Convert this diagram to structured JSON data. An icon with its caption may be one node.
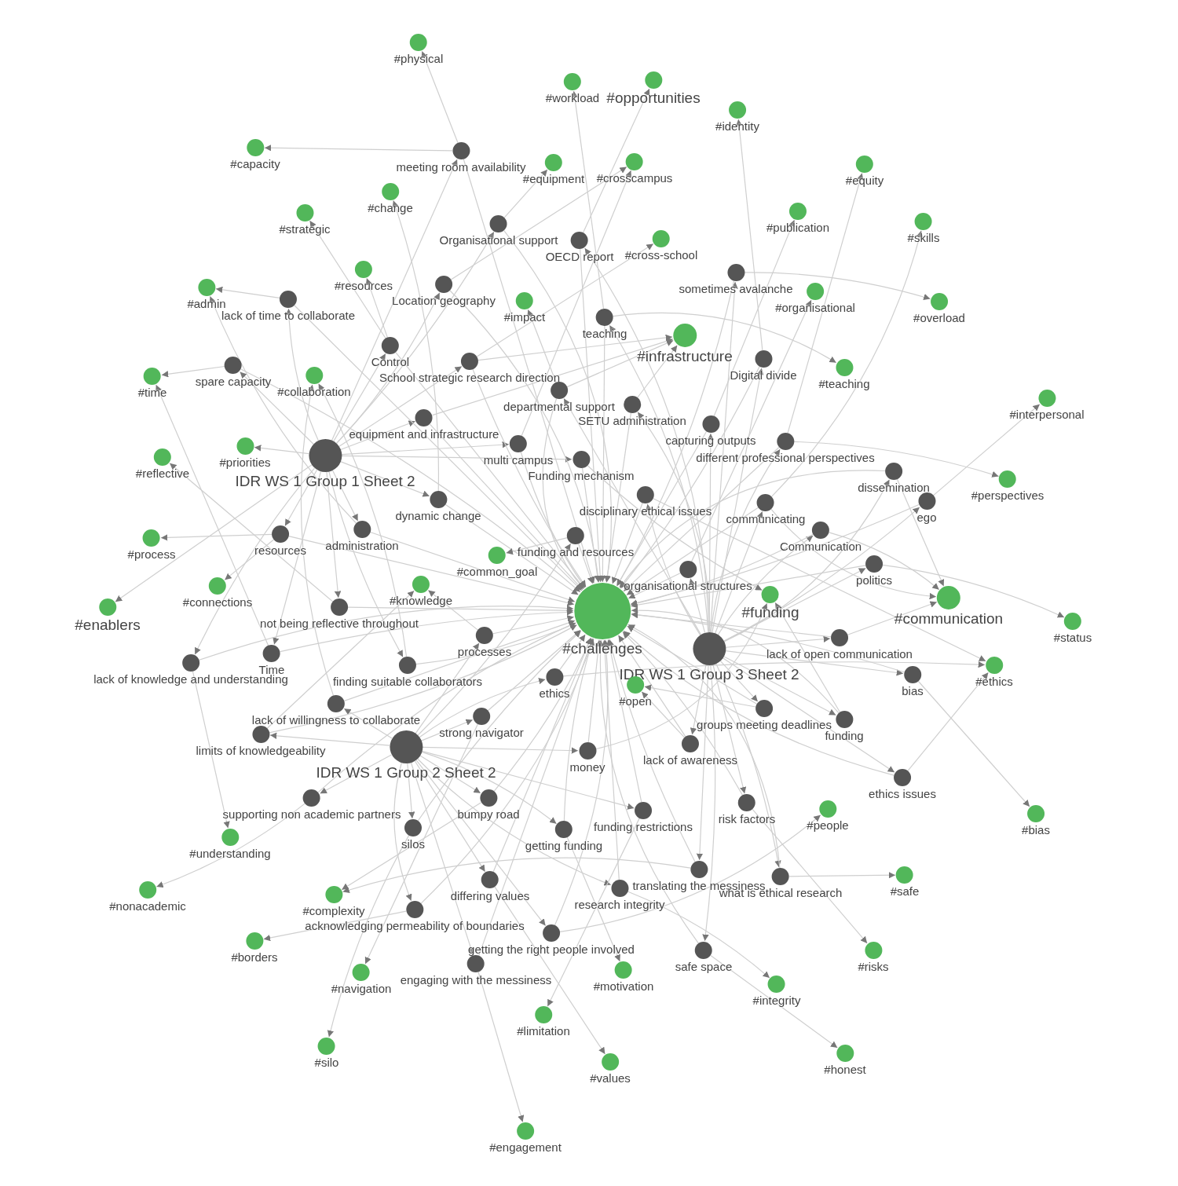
{
  "diagram": {
    "nodes": [
      {
        "text": [
          "IDR WS 1 Group 1 Sheet 2"
        ]
      },
      {
        "text": [
          "IDR WS 1 Group 2 Sheet 2"
        ]
      },
      {
        "text": [
          "IDR WS 1 Group 3 Sheet 2"
        ]
      },
      {
        "text": [
          "#challenges"
        ]
      },
      {
        "text": [
          "meeting room availability"
        ]
      },
      {
        "text": [
          "Organisational support"
        ]
      },
      {
        "text": [
          "OECD report"
        ]
      },
      {
        "text": [
          "Location geography"
        ]
      },
      {
        "text": [
          "lack of time to collaborate"
        ]
      },
      {
        "text": [
          "sometimes avalanche"
        ]
      },
      {
        "text": [
          "teaching"
        ]
      },
      {
        "text": [
          "Control"
        ]
      },
      {
        "text": [
          "spare capacity"
        ]
      },
      {
        "text": [
          "School strategic research direction"
        ]
      },
      {
        "text": [
          "departmental support"
        ]
      },
      {
        "text": [
          "Digital divide"
        ]
      },
      {
        "text": [
          "SETU administration"
        ]
      },
      {
        "text": [
          "capturing outputs"
        ]
      },
      {
        "text": [
          "equipment and infrastructure"
        ]
      },
      {
        "text": [
          "multi campus"
        ]
      },
      {
        "text": [
          "different professional perspectives"
        ]
      },
      {
        "text": [
          "dissemination"
        ]
      },
      {
        "text": [
          "Funding mechanism"
        ]
      },
      {
        "text": [
          "disciplinary ethical issues"
        ]
      },
      {
        "text": [
          "communicating"
        ]
      },
      {
        "text": [
          "dynamic change"
        ]
      },
      {
        "text": [
          "ego"
        ]
      },
      {
        "text": [
          "Communication"
        ]
      },
      {
        "text": [
          "resources"
        ]
      },
      {
        "text": [
          "administration"
        ]
      },
      {
        "text": [
          "funding and resources"
        ]
      },
      {
        "text": [
          "politics"
        ]
      },
      {
        "text": [
          "organisational structures"
        ]
      },
      {
        "text": [
          "not being reflective throughout"
        ]
      },
      {
        "text": [
          "processes"
        ]
      },
      {
        "text": [
          "lack of open communication"
        ]
      },
      {
        "text": [
          "Time"
        ]
      },
      {
        "text": [
          "lack of knowledge and understanding"
        ]
      },
      {
        "text": [
          "finding suitable collaborators"
        ]
      },
      {
        "text": [
          "ethics"
        ]
      },
      {
        "text": [
          "bias"
        ]
      },
      {
        "text": [
          "groups meeting deadlines"
        ]
      },
      {
        "text": [
          "funding"
        ]
      },
      {
        "text": [
          "lack of willingness to collaborate"
        ]
      },
      {
        "text": [
          "strong navigator"
        ]
      },
      {
        "text": [
          "limits of knowledgeability"
        ]
      },
      {
        "text": [
          "lack of awareness"
        ]
      },
      {
        "text": [
          "money"
        ]
      },
      {
        "text": [
          "ethics issues"
        ]
      },
      {
        "text": [
          "supporting non academic partners"
        ]
      },
      {
        "text": [
          "bumpy road"
        ]
      },
      {
        "text": [
          "funding restrictions"
        ]
      },
      {
        "text": [
          "risk factors"
        ]
      },
      {
        "text": [
          "silos"
        ]
      },
      {
        "text": [
          "getting funding"
        ]
      },
      {
        "text": [
          "translating the messiness"
        ]
      },
      {
        "text": [
          "what is ethical research"
        ]
      },
      {
        "text": [
          "differing values"
        ]
      },
      {
        "text": [
          "research integrity"
        ]
      },
      {
        "text": [
          "acknowledging permeability of boundaries"
        ]
      },
      {
        "text": [
          "getting the right people involved"
        ]
      },
      {
        "text": [
          "engaging with the messiness"
        ]
      },
      {
        "text": [
          "safe space"
        ]
      },
      {
        "text": [
          "#physical"
        ]
      },
      {
        "text": [
          "#workload"
        ]
      },
      {
        "text": [
          "#opportunities"
        ]
      },
      {
        "text": [
          "#identity"
        ]
      },
      {
        "text": [
          "#capacity"
        ]
      },
      {
        "text": [
          "#equipment"
        ]
      },
      {
        "text": [
          "#crosscampus"
        ]
      },
      {
        "text": [
          "#equity"
        ]
      },
      {
        "text": [
          "#change"
        ]
      },
      {
        "text": [
          "#strategic"
        ]
      },
      {
        "text": [
          "#publication"
        ]
      },
      {
        "text": [
          "#skills"
        ]
      },
      {
        "text": [
          "#cross-school"
        ]
      },
      {
        "text": [
          "#resources"
        ]
      },
      {
        "text": [
          "#admin"
        ]
      },
      {
        "text": [
          "#organisational"
        ]
      },
      {
        "text": [
          "#overload"
        ]
      },
      {
        "text": [
          "#impact"
        ]
      },
      {
        "text": [
          "#infrastructure"
        ]
      },
      {
        "text": [
          "#teaching"
        ]
      },
      {
        "text": [
          "#time"
        ]
      },
      {
        "text": [
          "#collaboration"
        ]
      },
      {
        "text": [
          "#interpersonal"
        ]
      },
      {
        "text": [
          "#reflective"
        ]
      },
      {
        "text": [
          "#priorities"
        ]
      },
      {
        "text": [
          "#perspectives"
        ]
      },
      {
        "text": [
          "#process"
        ]
      },
      {
        "text": [
          "#common_goal"
        ]
      },
      {
        "text": [
          "#knowledge"
        ]
      },
      {
        "text": [
          "#connections"
        ]
      },
      {
        "text": [
          "#funding"
        ]
      },
      {
        "text": [
          "#communication"
        ]
      },
      {
        "text": [
          "#enablers"
        ]
      },
      {
        "text": [
          "#status"
        ]
      },
      {
        "text": [
          "#ethics"
        ]
      },
      {
        "text": [
          "#open"
        ]
      },
      {
        "text": [
          "#people"
        ]
      },
      {
        "text": [
          "#bias"
        ]
      },
      {
        "text": [
          "#understanding"
        ]
      },
      {
        "text": [
          "#safe"
        ]
      },
      {
        "text": [
          "#nonacademic"
        ]
      },
      {
        "text": [
          "#complexity"
        ]
      },
      {
        "text": [
          "#borders"
        ]
      },
      {
        "text": [
          "#risks"
        ]
      },
      {
        "text": [
          "#navigation"
        ]
      },
      {
        "text": [
          "#motivation"
        ]
      },
      {
        "text": [
          "#integrity"
        ]
      },
      {
        "text": [
          "#limitation"
        ]
      },
      {
        "text": [
          "#silo"
        ]
      },
      {
        "text": [
          "#values"
        ]
      },
      {
        "text": [
          "#honest"
        ]
      },
      {
        "text": [
          "#engagement"
        ]
      }
    ],
    "edges": [
      {
        "from": 0,
        "to": 4,
        "arrow": "to"
      },
      {
        "from": 0,
        "to": 5,
        "arrow": "to"
      },
      {
        "from": 2,
        "to": 6,
        "arrow": "to"
      },
      {
        "from": 0,
        "to": 7,
        "arrow": "to"
      },
      {
        "from": 0,
        "to": 8,
        "arrow": "to"
      },
      {
        "from": 2,
        "to": 9,
        "arrow": "to"
      },
      {
        "from": 2,
        "to": 10,
        "arrow": "to"
      },
      {
        "from": 0,
        "to": 11,
        "arrow": "to"
      },
      {
        "from": 0,
        "to": 12,
        "arrow": "to"
      },
      {
        "from": 0,
        "to": 13,
        "arrow": "to"
      },
      {
        "from": 2,
        "to": 14,
        "arrow": "to"
      },
      {
        "from": 2,
        "to": 15,
        "arrow": "to"
      },
      {
        "from": 2,
        "to": 16,
        "arrow": "to"
      },
      {
        "from": 2,
        "to": 17,
        "arrow": "to"
      },
      {
        "from": 0,
        "to": 18,
        "arrow": "to"
      },
      {
        "from": 0,
        "to": 19,
        "arrow": "to"
      },
      {
        "from": 2,
        "to": 20,
        "arrow": "to"
      },
      {
        "from": 2,
        "to": 21,
        "arrow": "to"
      },
      {
        "from": 0,
        "to": 22,
        "arrow": "to"
      },
      {
        "from": 2,
        "to": 23,
        "arrow": "to"
      },
      {
        "from": 2,
        "to": 24,
        "arrow": "to"
      },
      {
        "from": 0,
        "to": 25,
        "arrow": "to"
      },
      {
        "from": 2,
        "to": 26,
        "arrow": "to"
      },
      {
        "from": 2,
        "to": 27,
        "arrow": "to"
      },
      {
        "from": 0,
        "to": 28,
        "arrow": "to"
      },
      {
        "from": 0,
        "to": 29,
        "arrow": "to"
      },
      {
        "from": 1,
        "to": 30,
        "arrow": "to"
      },
      {
        "from": 2,
        "to": 31,
        "arrow": "to"
      },
      {
        "from": 2,
        "to": 32,
        "arrow": "to"
      },
      {
        "from": 0,
        "to": 33,
        "arrow": "to"
      },
      {
        "from": 1,
        "to": 34,
        "arrow": "to"
      },
      {
        "from": 2,
        "to": 35,
        "arrow": "to"
      },
      {
        "from": 0,
        "to": 36,
        "arrow": "to"
      },
      {
        "from": 0,
        "to": 37,
        "arrow": "to"
      },
      {
        "from": 0,
        "to": 38,
        "arrow": "to"
      },
      {
        "from": 1,
        "to": 39,
        "arrow": "to"
      },
      {
        "from": 2,
        "to": 40,
        "arrow": "to"
      },
      {
        "from": 2,
        "to": 41,
        "arrow": "to"
      },
      {
        "from": 2,
        "to": 42,
        "arrow": "to"
      },
      {
        "from": 1,
        "to": 43,
        "arrow": "to"
      },
      {
        "from": 1,
        "to": 44,
        "arrow": "to"
      },
      {
        "from": 1,
        "to": 45,
        "arrow": "to"
      },
      {
        "from": 2,
        "to": 46,
        "arrow": "to"
      },
      {
        "from": 1,
        "to": 47,
        "arrow": "to"
      },
      {
        "from": 2,
        "to": 48,
        "arrow": "to"
      },
      {
        "from": 1,
        "to": 49,
        "arrow": "to"
      },
      {
        "from": 1,
        "to": 50,
        "arrow": "to"
      },
      {
        "from": 1,
        "to": 51,
        "arrow": "to"
      },
      {
        "from": 2,
        "to": 52,
        "arrow": "to"
      },
      {
        "from": 1,
        "to": 53,
        "arrow": "to"
      },
      {
        "from": 1,
        "to": 54,
        "arrow": "to"
      },
      {
        "from": 2,
        "to": 55,
        "arrow": "to"
      },
      {
        "from": 2,
        "to": 56,
        "arrow": "to"
      },
      {
        "from": 1,
        "to": 57,
        "arrow": "to"
      },
      {
        "from": 1,
        "to": 58,
        "arrow": "to"
      },
      {
        "from": 1,
        "to": 59,
        "arrow": "to"
      },
      {
        "from": 1,
        "to": 60,
        "arrow": "to"
      },
      {
        "from": 1,
        "to": 61,
        "arrow": "to"
      },
      {
        "from": 2,
        "to": 62,
        "arrow": "to"
      },
      {
        "from": 4,
        "to": 3,
        "arrow": "to"
      },
      {
        "from": 5,
        "to": 3,
        "arrow": "to"
      },
      {
        "from": 6,
        "to": 3,
        "arrow": "to"
      },
      {
        "from": 7,
        "to": 3,
        "arrow": "to"
      },
      {
        "from": 8,
        "to": 3,
        "arrow": "to"
      },
      {
        "from": 9,
        "to": 3,
        "arrow": "to"
      },
      {
        "from": 10,
        "to": 3,
        "arrow": "to"
      },
      {
        "from": 11,
        "to": 3,
        "arrow": "to"
      },
      {
        "from": 12,
        "to": 3,
        "arrow": "to"
      },
      {
        "from": 13,
        "to": 3,
        "arrow": "to"
      },
      {
        "from": 14,
        "to": 3,
        "arrow": "to"
      },
      {
        "from": 15,
        "to": 3,
        "arrow": "to"
      },
      {
        "from": 16,
        "to": 3,
        "arrow": "to"
      },
      {
        "from": 17,
        "to": 3,
        "arrow": "to"
      },
      {
        "from": 18,
        "to": 3,
        "arrow": "to"
      },
      {
        "from": 19,
        "to": 3,
        "arrow": "to"
      },
      {
        "from": 20,
        "to": 3,
        "arrow": "to"
      },
      {
        "from": 21,
        "to": 3,
        "arrow": "to"
      },
      {
        "from": 22,
        "to": 3,
        "arrow": "to"
      },
      {
        "from": 23,
        "to": 3,
        "arrow": "to"
      },
      {
        "from": 24,
        "to": 3,
        "arrow": "to"
      },
      {
        "from": 25,
        "to": 3,
        "arrow": "to"
      },
      {
        "from": 26,
        "to": 3,
        "arrow": "to"
      },
      {
        "from": 27,
        "to": 3,
        "arrow": "to"
      },
      {
        "from": 28,
        "to": 3,
        "arrow": "to"
      },
      {
        "from": 29,
        "to": 3,
        "arrow": "to"
      },
      {
        "from": 30,
        "to": 3,
        "arrow": "to"
      },
      {
        "from": 31,
        "to": 3,
        "arrow": "to"
      },
      {
        "from": 32,
        "to": 3,
        "arrow": "to"
      },
      {
        "from": 33,
        "to": 3,
        "arrow": "to"
      },
      {
        "from": 34,
        "to": 3,
        "arrow": "to"
      },
      {
        "from": 35,
        "to": 3,
        "arrow": "to"
      },
      {
        "from": 36,
        "to": 3,
        "arrow": "to"
      },
      {
        "from": 37,
        "to": 3,
        "arrow": "to"
      },
      {
        "from": 38,
        "to": 3,
        "arrow": "to"
      },
      {
        "from": 39,
        "to": 3,
        "arrow": "to"
      },
      {
        "from": 40,
        "to": 3,
        "arrow": "to"
      },
      {
        "from": 41,
        "to": 3,
        "arrow": "to"
      },
      {
        "from": 42,
        "to": 3,
        "arrow": "to"
      },
      {
        "from": 43,
        "to": 3,
        "arrow": "to"
      },
      {
        "from": 44,
        "to": 3,
        "arrow": "to"
      },
      {
        "from": 45,
        "to": 3,
        "arrow": "to"
      },
      {
        "from": 46,
        "to": 3,
        "arrow": "to"
      },
      {
        "from": 47,
        "to": 3,
        "arrow": "to"
      },
      {
        "from": 48,
        "to": 3,
        "arrow": "to"
      },
      {
        "from": 49,
        "to": 3,
        "arrow": "to"
      },
      {
        "from": 50,
        "to": 3,
        "arrow": "to"
      },
      {
        "from": 51,
        "to": 3,
        "arrow": "to"
      },
      {
        "from": 52,
        "to": 3,
        "arrow": "to"
      },
      {
        "from": 53,
        "to": 3,
        "arrow": "to"
      },
      {
        "from": 54,
        "to": 3,
        "arrow": "to"
      },
      {
        "from": 55,
        "to": 3,
        "arrow": "to"
      },
      {
        "from": 56,
        "to": 3,
        "arrow": "to"
      },
      {
        "from": 57,
        "to": 3,
        "arrow": "to"
      },
      {
        "from": 58,
        "to": 3,
        "arrow": "to"
      },
      {
        "from": 59,
        "to": 3,
        "arrow": "to"
      },
      {
        "from": 60,
        "to": 3,
        "arrow": "to"
      },
      {
        "from": 61,
        "to": 3,
        "arrow": "to"
      },
      {
        "from": 62,
        "to": 3,
        "arrow": "to"
      },
      {
        "from": 4,
        "to": 67,
        "arrow": "to"
      },
      {
        "from": 4,
        "to": 63,
        "arrow": "to"
      },
      {
        "from": 5,
        "to": 68,
        "arrow": "to"
      },
      {
        "from": 6,
        "to": 65,
        "arrow": "to"
      },
      {
        "from": 7,
        "to": 69,
        "arrow": "to"
      },
      {
        "from": 8,
        "to": 77,
        "arrow": "to"
      },
      {
        "from": 9,
        "to": 79,
        "arrow": "to"
      },
      {
        "from": 10,
        "to": 64,
        "arrow": "to"
      },
      {
        "from": 11,
        "to": 76,
        "arrow": "to"
      },
      {
        "from": 11,
        "to": 72,
        "arrow": "to"
      },
      {
        "from": 12,
        "to": 83,
        "arrow": "to"
      },
      {
        "from": 13,
        "to": 81,
        "arrow": "to"
      },
      {
        "from": 13,
        "to": 75,
        "arrow": "to"
      },
      {
        "from": 14,
        "to": 81,
        "arrow": "to"
      },
      {
        "from": 14,
        "to": 80,
        "arrow": "to"
      },
      {
        "from": 15,
        "to": 66,
        "arrow": "to"
      },
      {
        "from": 16,
        "to": 81,
        "arrow": "to"
      },
      {
        "from": 17,
        "to": 73,
        "arrow": "to"
      },
      {
        "from": 18,
        "to": 81,
        "arrow": "to"
      },
      {
        "from": 19,
        "to": 69,
        "arrow": "to"
      },
      {
        "from": 20,
        "to": 88,
        "arrow": "to"
      },
      {
        "from": 20,
        "to": 70,
        "arrow": "to"
      },
      {
        "from": 21,
        "to": 94,
        "arrow": "to"
      },
      {
        "from": 22,
        "to": 93,
        "arrow": "to"
      },
      {
        "from": 23,
        "to": 97,
        "arrow": "to"
      },
      {
        "from": 24,
        "to": 94,
        "arrow": "to"
      },
      {
        "from": 24,
        "to": 74,
        "arrow": "to"
      },
      {
        "from": 25,
        "to": 71,
        "arrow": "to"
      },
      {
        "from": 26,
        "to": 85,
        "arrow": "to"
      },
      {
        "from": 27,
        "to": 94,
        "arrow": "to"
      },
      {
        "from": 28,
        "to": 89,
        "arrow": "to"
      },
      {
        "from": 28,
        "to": 92,
        "arrow": "to"
      },
      {
        "from": 29,
        "to": 77,
        "arrow": "to"
      },
      {
        "from": 30,
        "to": 90,
        "arrow": "to"
      },
      {
        "from": 31,
        "to": 96,
        "arrow": "to"
      },
      {
        "from": 32,
        "to": 78,
        "arrow": "to"
      },
      {
        "from": 33,
        "to": 86,
        "arrow": "to"
      },
      {
        "from": 34,
        "to": 91,
        "arrow": "to"
      },
      {
        "from": 35,
        "to": 94,
        "arrow": "to"
      },
      {
        "from": 36,
        "to": 83,
        "arrow": "to"
      },
      {
        "from": 37,
        "to": 101,
        "arrow": "to"
      },
      {
        "from": 38,
        "to": 84,
        "arrow": "to"
      },
      {
        "from": 39,
        "to": 97,
        "arrow": "to"
      },
      {
        "from": 40,
        "to": 100,
        "arrow": "to"
      },
      {
        "from": 41,
        "to": 98,
        "arrow": "to"
      },
      {
        "from": 42,
        "to": 93,
        "arrow": "to"
      },
      {
        "from": 43,
        "to": 84,
        "arrow": "to"
      },
      {
        "from": 44,
        "to": 107,
        "arrow": "to"
      },
      {
        "from": 45,
        "to": 91,
        "arrow": "to"
      },
      {
        "from": 46,
        "to": 98,
        "arrow": "to"
      },
      {
        "from": 47,
        "to": 93,
        "arrow": "to"
      },
      {
        "from": 48,
        "to": 97,
        "arrow": "to"
      },
      {
        "from": 49,
        "to": 103,
        "arrow": "to"
      },
      {
        "from": 50,
        "to": 104,
        "arrow": "to"
      },
      {
        "from": 51,
        "to": 110,
        "arrow": "to"
      },
      {
        "from": 52,
        "to": 106,
        "arrow": "to"
      },
      {
        "from": 53,
        "to": 111,
        "arrow": "to"
      },
      {
        "from": 54,
        "to": 108,
        "arrow": "to"
      },
      {
        "from": 55,
        "to": 104,
        "arrow": "to"
      },
      {
        "from": 56,
        "to": 102,
        "arrow": "to"
      },
      {
        "from": 57,
        "to": 112,
        "arrow": "to"
      },
      {
        "from": 58,
        "to": 109,
        "arrow": "to"
      },
      {
        "from": 59,
        "to": 105,
        "arrow": "to"
      },
      {
        "from": 60,
        "to": 99,
        "arrow": "to"
      },
      {
        "from": 61,
        "to": 114,
        "arrow": "to"
      },
      {
        "from": 62,
        "to": 113,
        "arrow": "to"
      },
      {
        "from": 10,
        "to": 82,
        "arrow": "to"
      },
      {
        "from": 0,
        "to": 87,
        "arrow": "to"
      },
      {
        "from": 0,
        "to": 95,
        "arrow": "to"
      }
    ]
  }
}
